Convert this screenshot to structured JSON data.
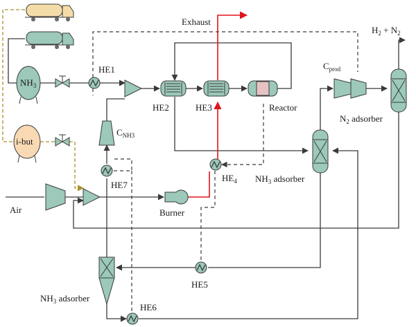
{
  "labels": {
    "exhaust": "Exhaust",
    "h2n2": "H",
    "h2n2_sub": "2",
    "h2n2_plus": " + N",
    "h2n2_sub2": "2",
    "he1": "HE1",
    "he2": "HE2",
    "he3": "HE3",
    "reactor": "Reactor",
    "cprod": "C",
    "cprod_sub": "prod",
    "n2_adsorber": "N",
    "n2_adsorber_sub": "2",
    "n2_adsorber_rest": " adsorber",
    "nh3_tank": "NH",
    "nh3_tank_sub": "3",
    "ibut_tank": "i-but",
    "cnh3": "C",
    "cnh3_sub": "NH3",
    "he7": "HE7",
    "he4": "HE",
    "he4_sub": "4",
    "nh3_adsorber_right": "NH",
    "nh3_adsorber_right_sub": "3",
    "nh3_adsorber_right_rest": " adsorber",
    "air": "Air",
    "burner": "Burner",
    "he5": "HE5",
    "nh3_adsorber_bottom": "NH",
    "nh3_adsorber_bottom_sub": "3",
    "nh3_adsorber_bottom_rest": " adsorber",
    "he6": "HE6"
  },
  "colors": {
    "equipment_fill": "#9cc9b9",
    "truck_cab": "#f4dca8",
    "ibut_tank": "#f8d9b4",
    "reactor_core": "#e6c3c3",
    "hot_stream": "#e0141b",
    "fuel_stream": "#a9922a",
    "line": "#3a3a3a"
  }
}
